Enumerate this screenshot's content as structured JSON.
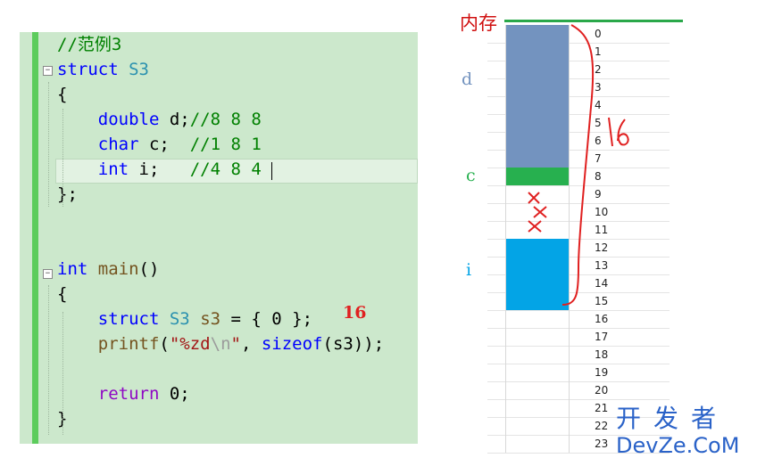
{
  "code": {
    "lines": [
      {
        "key": "l0",
        "parts": [
          {
            "t": "//范例3",
            "c": "cm"
          }
        ]
      },
      {
        "key": "l1",
        "parts": [
          {
            "t": "struct",
            "c": "kw"
          },
          {
            "t": " ",
            "c": ""
          },
          {
            "t": "S3",
            "c": "ty"
          }
        ]
      },
      {
        "key": "l2",
        "parts": [
          {
            "t": "{",
            "c": ""
          }
        ]
      },
      {
        "key": "l3",
        "parts": [
          {
            "t": "    ",
            "c": ""
          },
          {
            "t": "double",
            "c": "kw"
          },
          {
            "t": " d;",
            "c": ""
          },
          {
            "t": "//8 8 8",
            "c": "cm"
          }
        ]
      },
      {
        "key": "l4",
        "parts": [
          {
            "t": "    ",
            "c": ""
          },
          {
            "t": "char",
            "c": "kw"
          },
          {
            "t": " c;  ",
            "c": ""
          },
          {
            "t": "//1 8 1",
            "c": "cm"
          }
        ]
      },
      {
        "key": "l5",
        "parts": [
          {
            "t": "    ",
            "c": ""
          },
          {
            "t": "int",
            "c": "kw"
          },
          {
            "t": " i;   ",
            "c": ""
          },
          {
            "t": "//4 8 4",
            "c": "cm"
          }
        ]
      },
      {
        "key": "l6",
        "parts": [
          {
            "t": "};",
            "c": ""
          }
        ]
      },
      {
        "key": "l7",
        "parts": []
      },
      {
        "key": "l8",
        "parts": []
      },
      {
        "key": "l9",
        "parts": [
          {
            "t": "int",
            "c": "kw"
          },
          {
            "t": " ",
            "c": ""
          },
          {
            "t": "main",
            "c": "fn"
          },
          {
            "t": "()",
            "c": ""
          }
        ]
      },
      {
        "key": "l10",
        "parts": [
          {
            "t": "{",
            "c": ""
          }
        ]
      },
      {
        "key": "l11",
        "parts": [
          {
            "t": "    ",
            "c": ""
          },
          {
            "t": "struct",
            "c": "kw"
          },
          {
            "t": " ",
            "c": ""
          },
          {
            "t": "S3",
            "c": "ty"
          },
          {
            "t": " ",
            "c": ""
          },
          {
            "t": "s3",
            "c": "fn"
          },
          {
            "t": " = { 0 };",
            "c": ""
          }
        ]
      },
      {
        "key": "l12",
        "parts": [
          {
            "t": "    ",
            "c": ""
          },
          {
            "t": "printf",
            "c": "fn"
          },
          {
            "t": "(",
            "c": ""
          },
          {
            "t": "\"%zd",
            "c": "str"
          },
          {
            "t": "\\n",
            "c": "esc"
          },
          {
            "t": "\"",
            "c": "str"
          },
          {
            "t": ", ",
            "c": ""
          },
          {
            "t": "sizeof",
            "c": "kw"
          },
          {
            "t": "(s3));",
            "c": ""
          }
        ]
      },
      {
        "key": "l13",
        "parts": []
      },
      {
        "key": "l14",
        "parts": [
          {
            "t": "    ",
            "c": ""
          },
          {
            "t": "return",
            "c": "kwp"
          },
          {
            "t": " 0;",
            "c": ""
          }
        ]
      },
      {
        "key": "l15",
        "parts": [
          {
            "t": "}",
            "c": ""
          }
        ]
      }
    ]
  },
  "annotations": {
    "size_result": "16",
    "handwritten_total": "16",
    "handwritten_waste": "xxx"
  },
  "memory": {
    "title": "内存",
    "offsets": [
      "0",
      "1",
      "2",
      "3",
      "4",
      "5",
      "6",
      "7",
      "8",
      "9",
      "10",
      "11",
      "12",
      "13",
      "14",
      "15",
      "16",
      "17",
      "18",
      "19",
      "20",
      "21",
      "22",
      "23"
    ],
    "cells": [
      "d",
      "d",
      "d",
      "d",
      "d",
      "d",
      "d",
      "d",
      "c",
      "",
      "",
      "",
      "i",
      "i",
      "i",
      "i",
      "",
      "",
      "",
      "",
      "",
      "",
      "",
      ""
    ],
    "labels": {
      "d": "d",
      "c": "c",
      "i": "i"
    },
    "colors": {
      "d": "#7393bf",
      "c": "#27b04f",
      "i": "#03a4e6",
      "pen": "#e02020"
    }
  },
  "watermark": {
    "cn": "开发者",
    "en": "DevZe.CoM"
  }
}
